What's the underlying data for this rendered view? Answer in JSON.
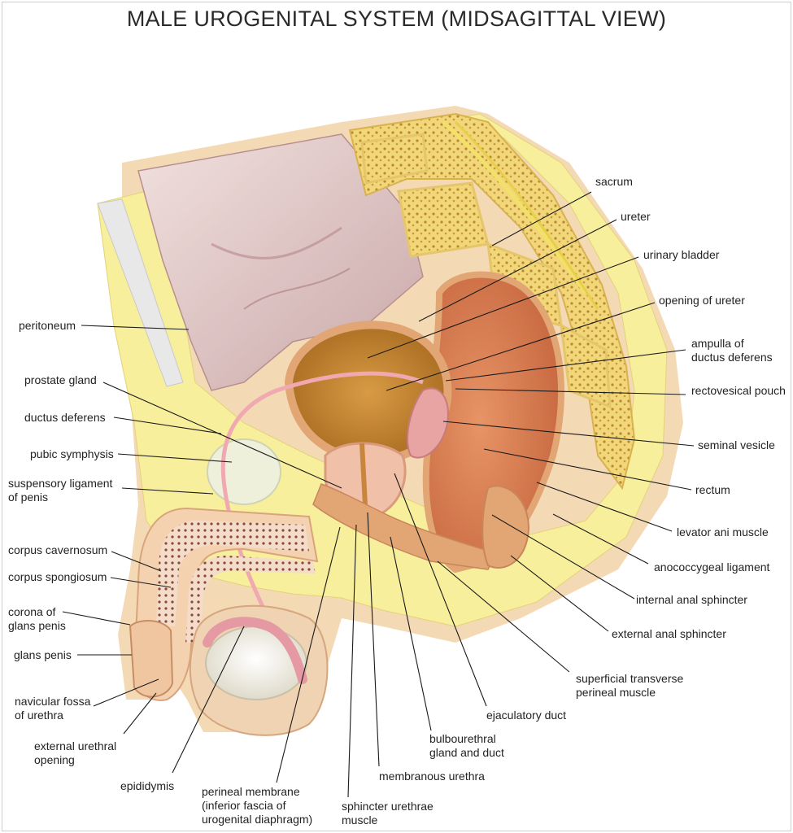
{
  "title": "MALE UROGENITAL SYSTEM (MIDSAGITTAL VIEW)",
  "labels": {
    "sacrum": "sacrum",
    "ureter": "ureter",
    "urinary_bladder": "urinary bladder",
    "opening_of_ureter": "opening of ureter",
    "ampulla": "ampulla of\nductus deferens",
    "rectovesical_pouch": "rectovesical pouch",
    "seminal_vesicle": "seminal vesicle",
    "rectum": "rectum",
    "levator_ani": "levator ani muscle",
    "anococcygeal": "anococcygeal ligament",
    "internal_anal_sphincter": "internal anal sphincter",
    "external_anal_sphincter": "external anal sphincter",
    "superficial_transverse": "superficial transverse\nperineal muscle",
    "ejaculatory_duct": "ejaculatory duct",
    "bulbourethral": "bulbourethral\ngland and duct",
    "membranous_urethra": "membranous urethra",
    "sphincter_urethrae": "sphincter urethrae\nmuscle",
    "perineal_membrane": "perineal membrane\n(inferior fascia of\nurogenital diaphragm)",
    "epididymis": "epididymis",
    "external_urethral_opening": "external urethral\nopening",
    "navicular_fossa": "navicular fossa\nof urethra",
    "glans_penis": "glans penis",
    "corona": "corona of\nglans penis",
    "corpus_spongiosum": "corpus spongiosum",
    "corpus_cavernosum": "corpus cavernosum",
    "suspensory_ligament": "suspensory ligament\nof penis",
    "pubic_symphysis": "pubic symphysis",
    "ductus_deferens": "ductus deferens",
    "prostate_gland": "prostate gland",
    "peritoneum": "peritoneum"
  },
  "colors": {
    "fat": "#f7ef9c",
    "bone": "#f1d77a",
    "muscle": "#e2a574",
    "bladder": "#c98a3a",
    "rectum": "#d9825c",
    "peritoneal_cavity": "#dcc3c3",
    "skin": "#f2cfa6",
    "pink_tissue": "#e8a3a3"
  }
}
